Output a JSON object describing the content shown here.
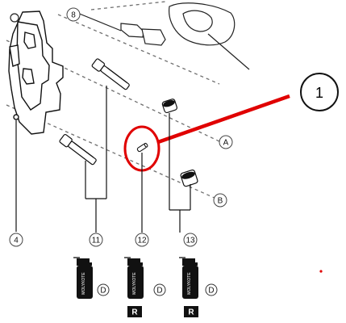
{
  "callout": {
    "number": "1"
  },
  "labels": {
    "part_8": "8",
    "part_4": "4",
    "part_11": "11",
    "part_12": "12",
    "part_13": "13",
    "line_a": "A",
    "line_b": "B"
  },
  "lubricant": {
    "bottle_text": "MOLYKOTE",
    "d_label": "D",
    "r_label": "R"
  },
  "colors": {
    "line": "#111111",
    "red": "#e00000",
    "dark": "#1a1a1a",
    "white": "#ffffff"
  }
}
